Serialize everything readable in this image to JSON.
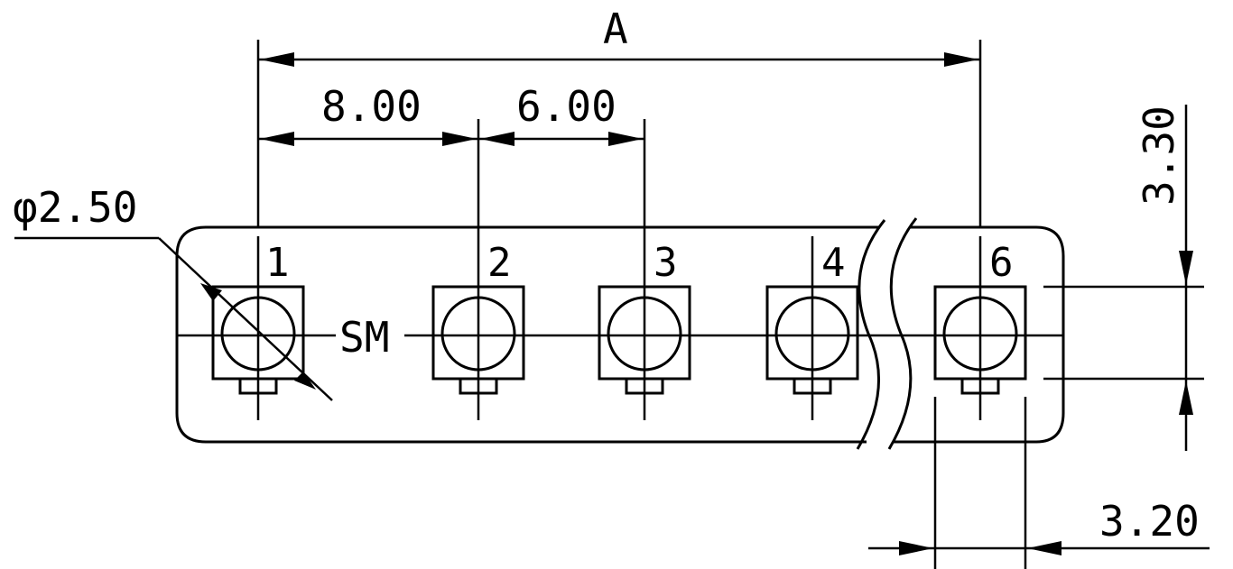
{
  "drawing": {
    "dimensions": {
      "overall": "A",
      "pitch_1_2": "8.00",
      "pitch_2_3": "6.00",
      "hole_diameter": "φ2.50",
      "height": "3.30",
      "pad_width": "3.20"
    },
    "mount_label": "SM",
    "pins": [
      "1",
      "2",
      "3",
      "4",
      "6"
    ],
    "colors": {
      "ink": "#000000",
      "paper": "#ffffff"
    }
  }
}
